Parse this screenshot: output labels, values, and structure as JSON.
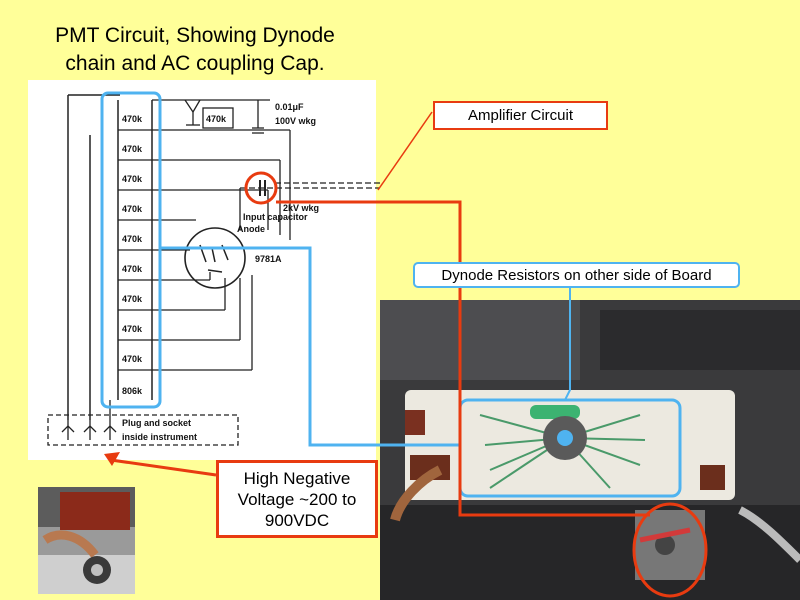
{
  "title": {
    "line1": "PMT Circuit, Showing Dynode",
    "line2": "chain and AC coupling Cap."
  },
  "callouts": {
    "amplifier": "Amplifier Circuit",
    "dynode_resistors": "Dynode Resistors on other side of Board",
    "high_voltage": {
      "line1": "High Negative",
      "line2": "Voltage ~200 to",
      "line3": "900VDC"
    }
  },
  "schematic": {
    "resistors": [
      "470k",
      "470k",
      "470k",
      "470k",
      "470k",
      "470k",
      "470k",
      "470k",
      "470k",
      "806k"
    ],
    "top_resistor": "470k",
    "cap_value_1": "0.01μF",
    "cap_value_2": "100V  wkg",
    "input_cap_value": "2kV  wkg",
    "input_cap_label": "Input  capacitor",
    "anode_label": "Anode",
    "tube_label": "9781A",
    "plug_label_1": "Plug  and  socket",
    "plug_label_2": "inside  instrument"
  },
  "colors": {
    "background": "#ffff99",
    "highlight_red": "#e83b10",
    "highlight_blue": "#4fb3f0"
  }
}
